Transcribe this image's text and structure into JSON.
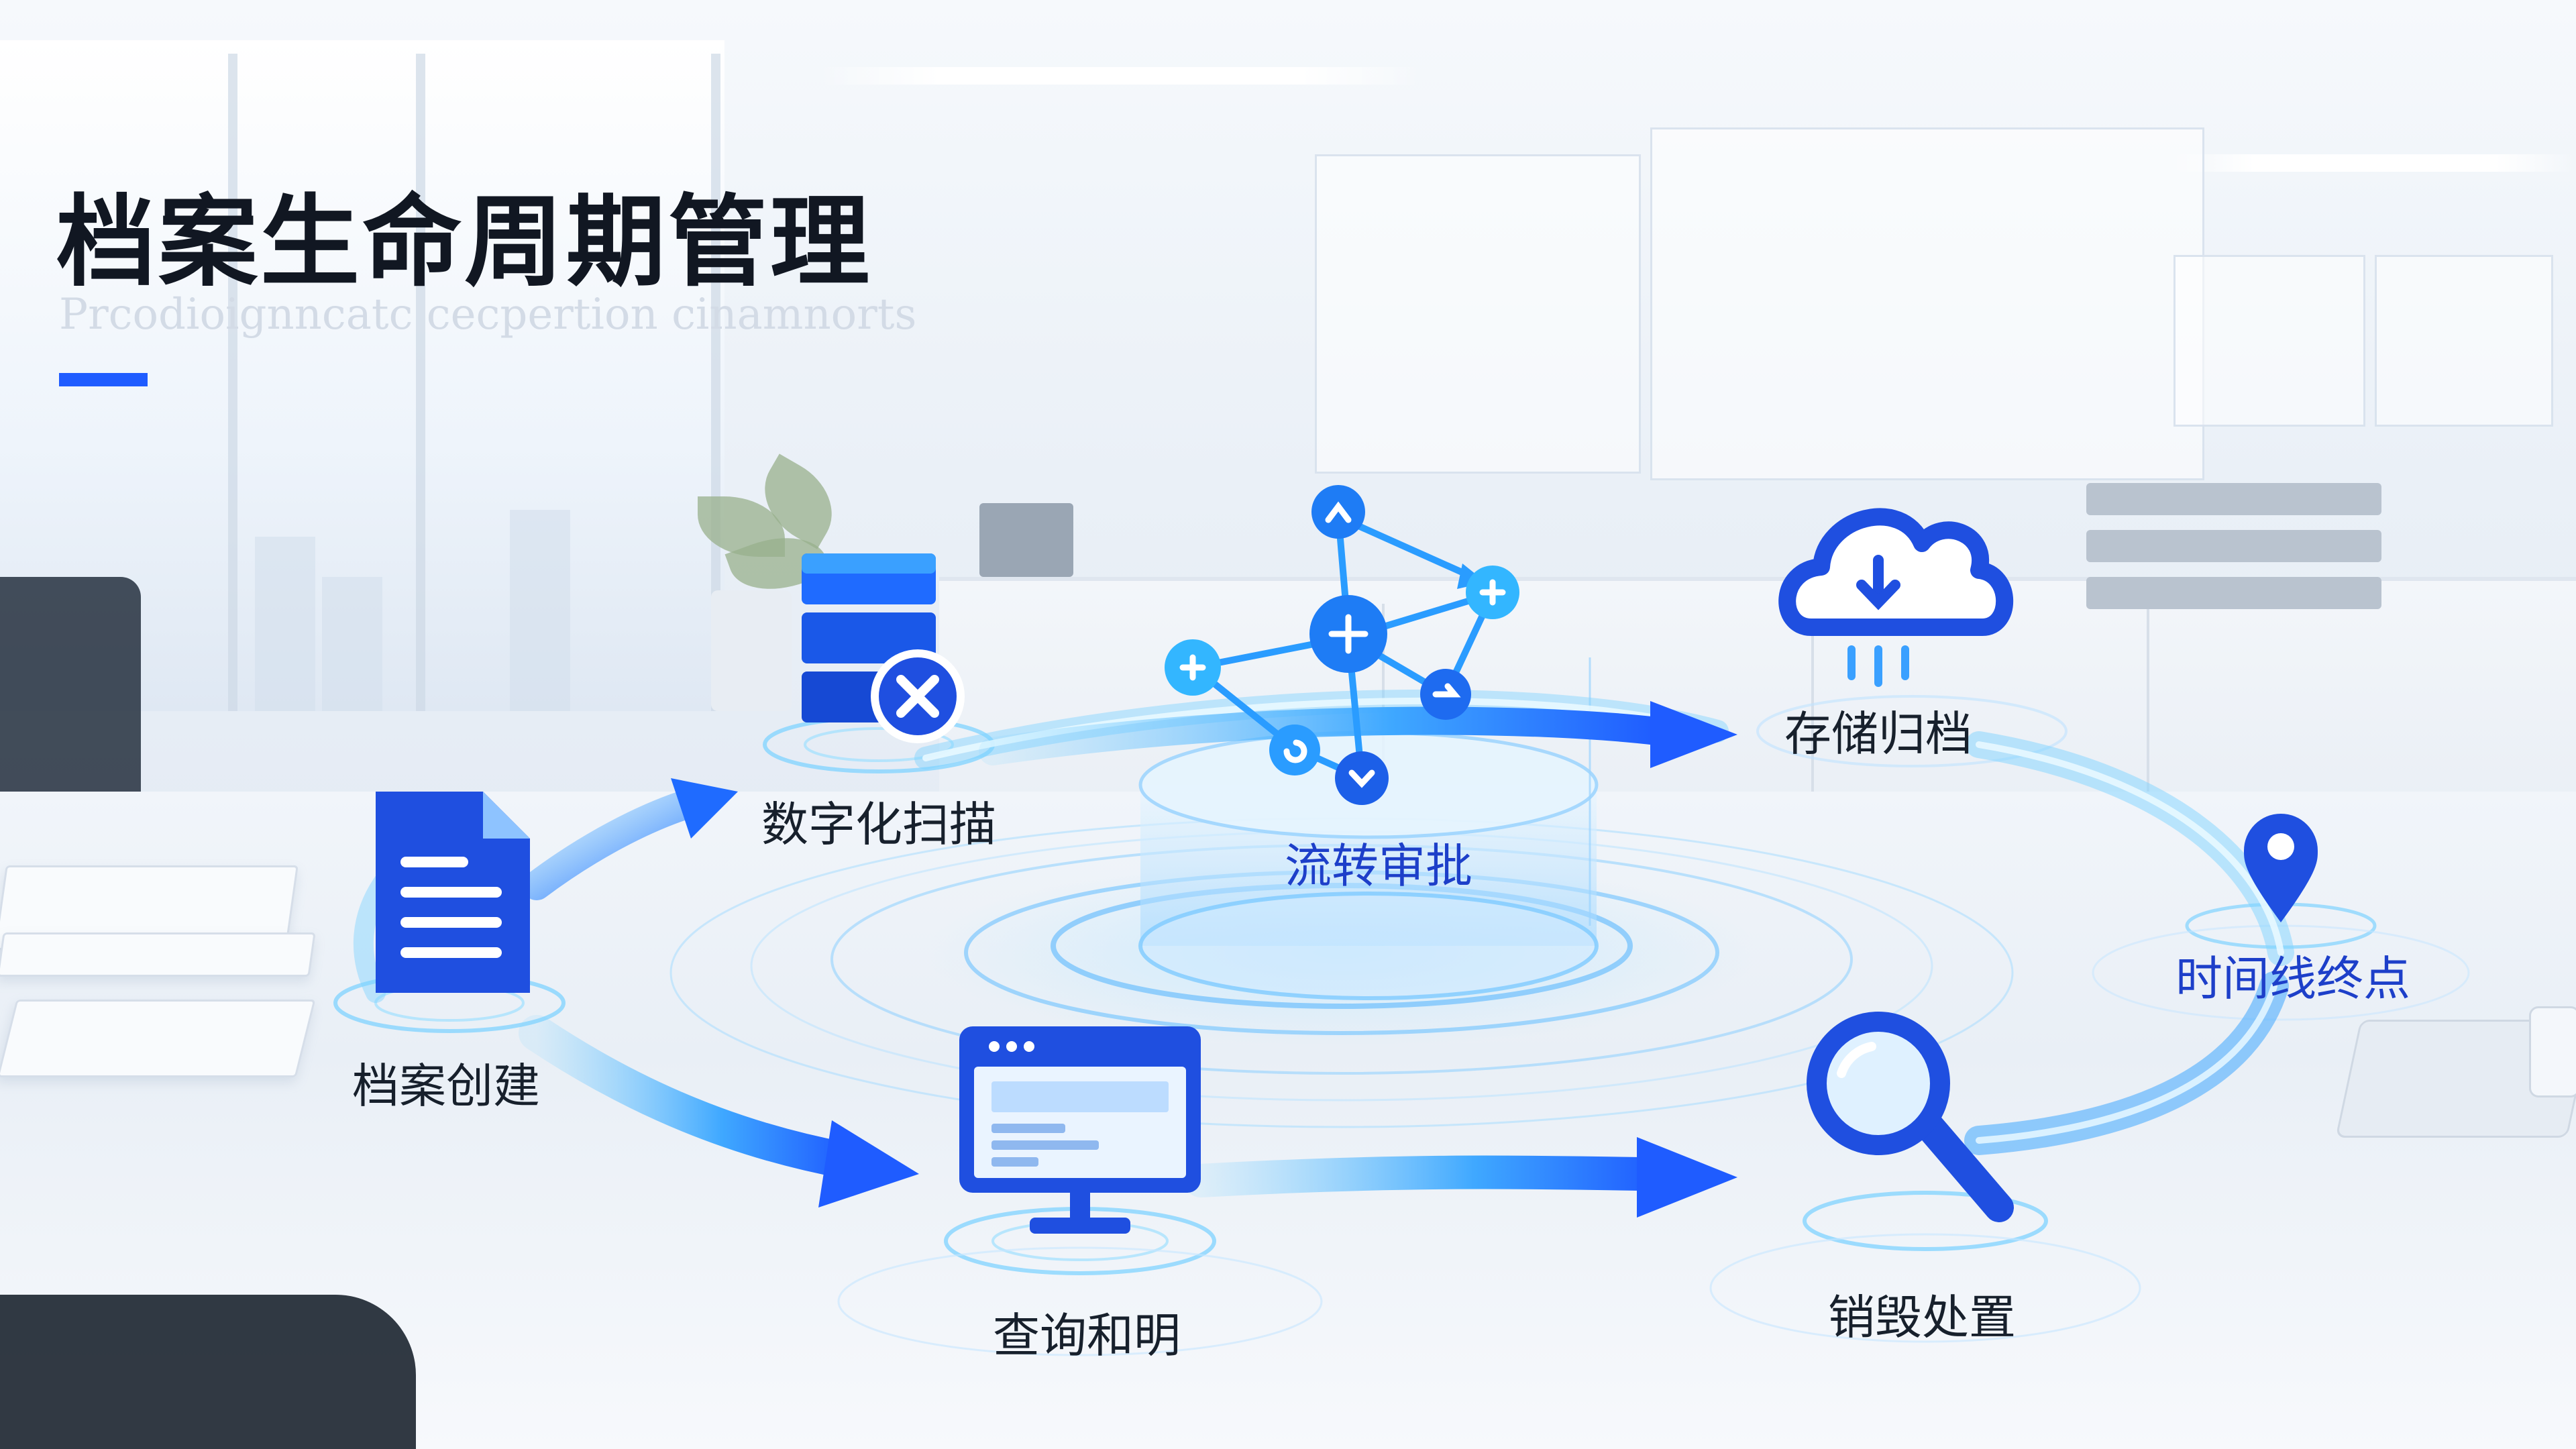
{
  "header": {
    "title": "档案生命周期管理",
    "subtitle": "Prcodioignncatc cecpertion cinamnorts"
  },
  "colors": {
    "accent": "#1f5cff",
    "primary_blue": "#1f4fe0",
    "light_blue": "#2a9cff",
    "cyan_glow": "#7fd3ff",
    "label_dark": "#17202c",
    "label_blue": "#1d3fc9"
  },
  "nodes": {
    "create": {
      "label": "档案创建",
      "icon": "document-icon"
    },
    "scan": {
      "label": "数字化扫描",
      "icon": "database-delete-icon"
    },
    "approve": {
      "label": "流转审批",
      "icon": "network-nodes-icon"
    },
    "archive": {
      "label": "存储归档",
      "icon": "cloud-download-icon"
    },
    "endpoint": {
      "label": "时间线终点",
      "icon": "location-pin-icon"
    },
    "destroy": {
      "label": "销毁处置",
      "icon": "magnifier-icon"
    },
    "query": {
      "label": "查询和明",
      "icon": "monitor-icon"
    }
  }
}
